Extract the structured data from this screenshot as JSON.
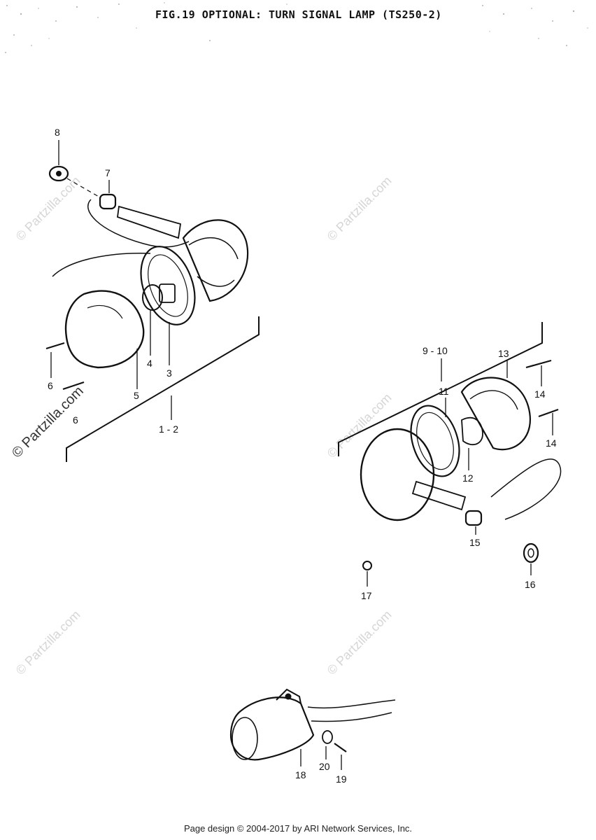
{
  "title": "FIG.19  OPTIONAL: TURN SIGNAL LAMP (TS250-2)",
  "watermark": "© Partzilla.com",
  "footer": "Page design © 2004-2017 by ARI Network Services, Inc.",
  "callouts": {
    "c8": "8",
    "c7": "7",
    "c6a": "6",
    "c6b": "6",
    "c5": "5",
    "c4": "4",
    "c3": "3",
    "c1_2": "1 - 2",
    "c9_10": "9 - 10",
    "c11": "11",
    "c13": "13",
    "c14a": "14",
    "c14b": "14",
    "c12": "12",
    "c15": "15",
    "c16": "16",
    "c17": "17",
    "c18": "18",
    "c20": "20",
    "c19": "19"
  }
}
